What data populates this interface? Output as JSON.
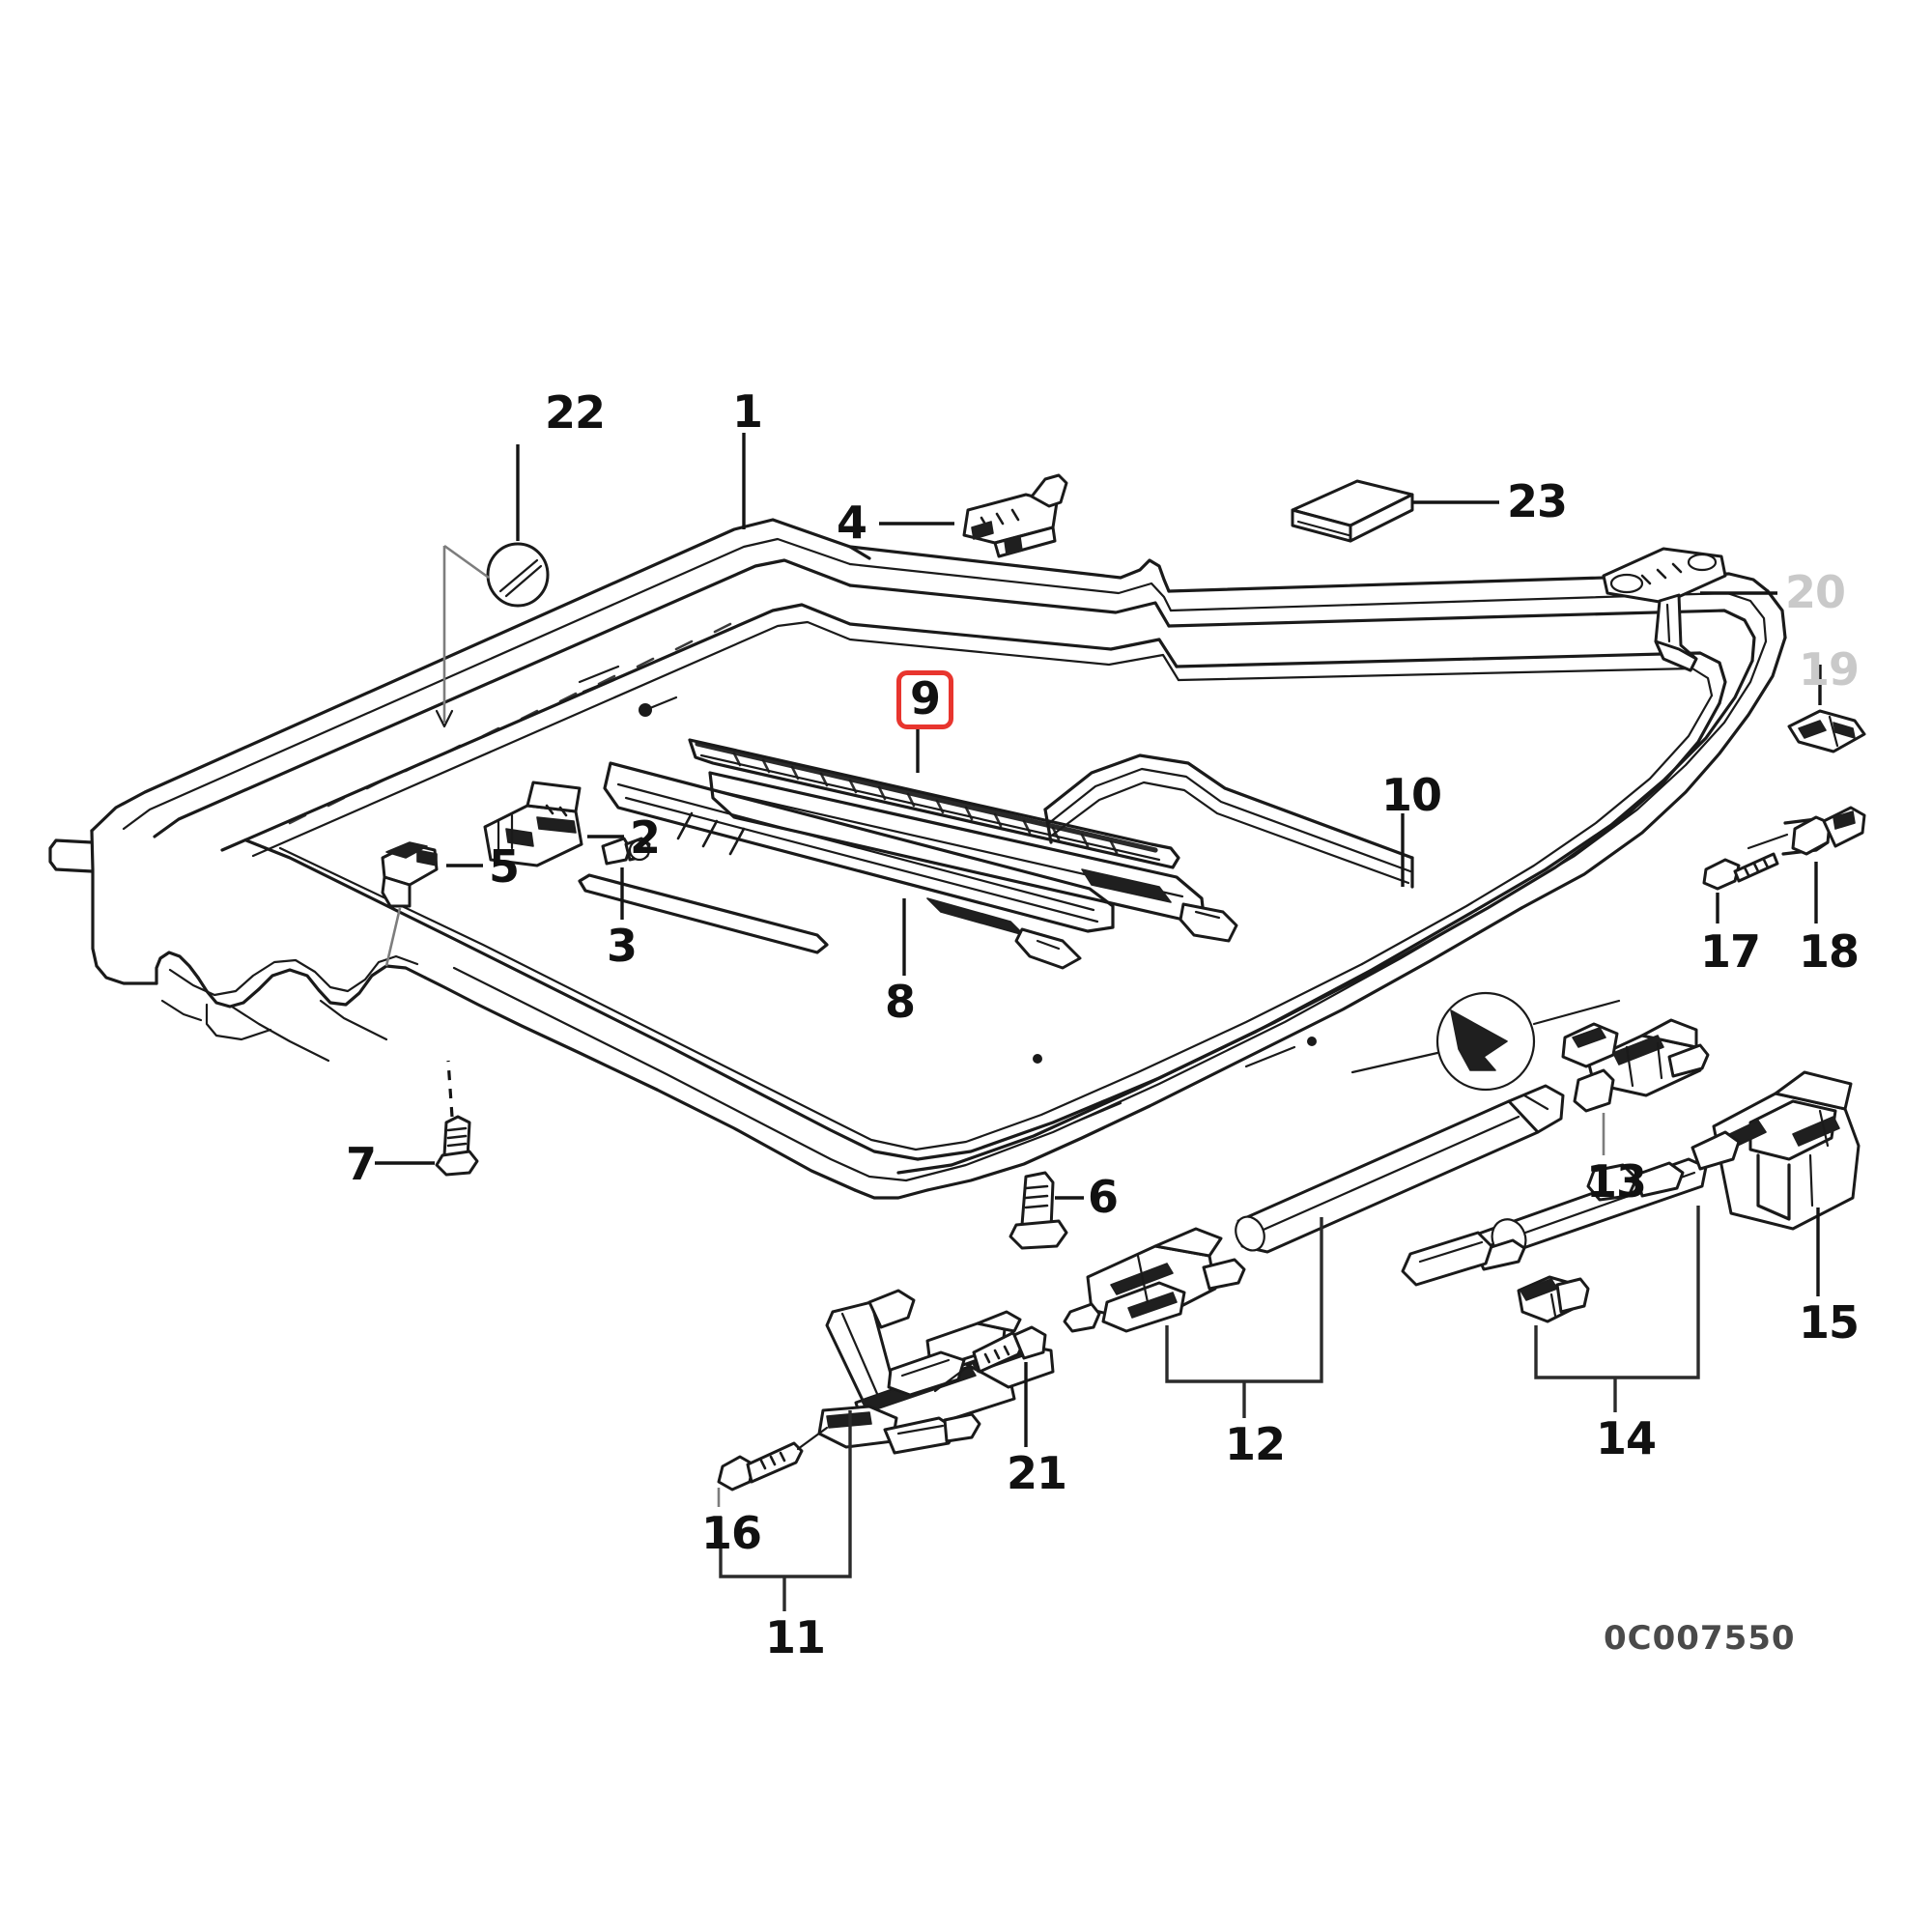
{
  "diagram": {
    "title": "Sunroof frame and mechanism exploded parts diagram",
    "catalog_number": "0C007550",
    "background_color": "#ffffff",
    "line_color": "#1a1a1a",
    "highlight_color": "#e8352e",
    "dim_label_color": "#c9c9c9",
    "highlighted_item": "9"
  },
  "callouts": [
    {
      "id": "c1",
      "number": "1",
      "part": "sunroof-frame-rail",
      "state": "normal"
    },
    {
      "id": "c2",
      "number": "2",
      "part": "guide-slider-block",
      "state": "normal"
    },
    {
      "id": "c3",
      "number": "3",
      "part": "small-screw",
      "state": "normal"
    },
    {
      "id": "c4",
      "number": "4",
      "part": "retaining-clip",
      "state": "normal"
    },
    {
      "id": "c5",
      "number": "5",
      "part": "spring-clip",
      "state": "normal"
    },
    {
      "id": "c6",
      "number": "6",
      "part": "hex-flange-bolt",
      "state": "normal"
    },
    {
      "id": "c7",
      "number": "7",
      "part": "mounting-screw",
      "state": "normal"
    },
    {
      "id": "c8",
      "number": "8",
      "part": "center-guide-rail",
      "state": "normal"
    },
    {
      "id": "c9",
      "number": "9",
      "part": "drive-cable-rail",
      "state": "highlighted"
    },
    {
      "id": "c10",
      "number": "10",
      "part": "seal-strip",
      "state": "normal"
    },
    {
      "id": "c11",
      "number": "11",
      "part": "lift-mechanism-assembly",
      "state": "normal"
    },
    {
      "id": "c12",
      "number": "12",
      "part": "guide-rod-with-bracket",
      "state": "normal"
    },
    {
      "id": "c13",
      "number": "13",
      "part": "latch-bracket",
      "state": "normal"
    },
    {
      "id": "c14",
      "number": "14",
      "part": "link-rod-and-clip",
      "state": "normal"
    },
    {
      "id": "c15",
      "number": "15",
      "part": "cover-housing",
      "state": "normal"
    },
    {
      "id": "c16",
      "number": "16",
      "part": "hex-screw",
      "state": "normal"
    },
    {
      "id": "c17",
      "number": "17",
      "part": "pan-head-screw",
      "state": "normal"
    },
    {
      "id": "c18",
      "number": "18",
      "part": "end-bracket",
      "state": "normal"
    },
    {
      "id": "c19",
      "number": "19",
      "part": "slide-shoe",
      "state": "dim"
    },
    {
      "id": "c20",
      "number": "20",
      "part": "hinge-arm",
      "state": "dim"
    },
    {
      "id": "c21",
      "number": "21",
      "part": "hex-screw-upper",
      "state": "normal"
    },
    {
      "id": "c22",
      "number": "22",
      "part": "blanking-cap",
      "state": "normal"
    },
    {
      "id": "c23",
      "number": "23",
      "part": "felt-pad",
      "state": "normal"
    }
  ]
}
